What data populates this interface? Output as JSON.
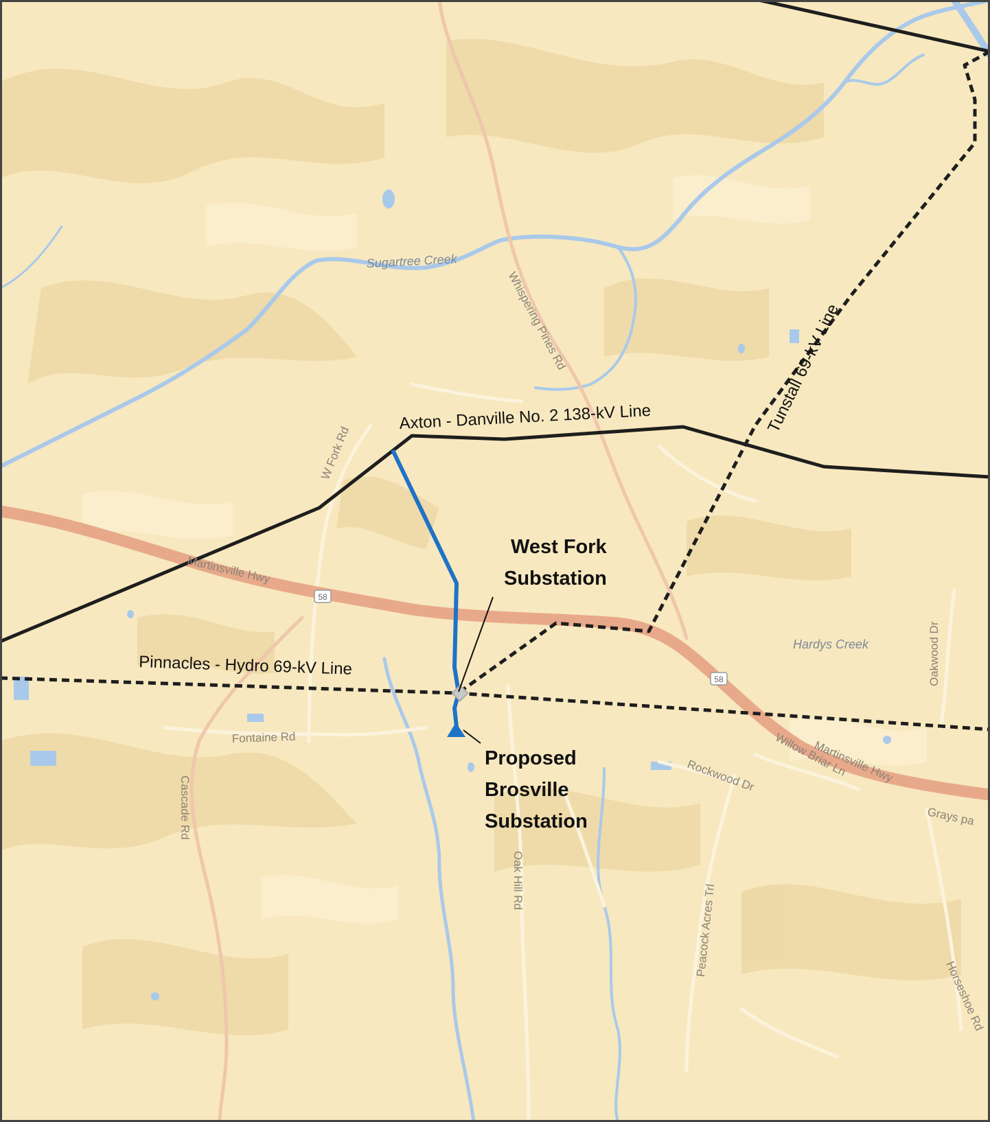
{
  "colors": {
    "background": "#f7e8bf",
    "ridge": "#ecd6a2",
    "water": "#a9c9ea",
    "road_minor": "#fbf3dc",
    "highway": "#e8a98a",
    "transmission": "#1e1e1e",
    "proposed_line": "#1f73c7",
    "substation_proposed": "#1f73c7",
    "substation_existing": "#c9c9c9"
  },
  "lines": {
    "axton_danville": "Axton - Danville No. 2 138-kV Line",
    "tunstall": "Tunstall 69-kV Line",
    "pinnacles_hydro": "Pinnacles - Hydro 69-kV Line"
  },
  "substations": {
    "west_fork": [
      "West Fork",
      "Substation"
    ],
    "proposed_brosville": [
      "Proposed",
      "Brosville",
      "Substation"
    ]
  },
  "roads": {
    "w_fork_rd": "W Fork Rd",
    "whispering_pines_rd": "Whispering Pines Rd",
    "martinsville_hwy_west": "Martinsville Hwy",
    "martinsville_hwy_east": "Martinsville Hwy",
    "route_58_a": "58",
    "route_58_b": "58",
    "fontaine_rd": "Fontaine Rd",
    "cascade_rd": "Cascade Rd",
    "rockwood_dr": "Rockwood Dr",
    "willow_briar_ln": "Willow Briar Ln",
    "oak_hill_rd": "Oak Hill Rd",
    "peacock_acres_trl": "Peacock Acres Trl",
    "oakwood_dr": "Oakwood Dr",
    "horseshoe_rd": "Horseshoe Rd",
    "grays_park": "Grays pa"
  },
  "water": {
    "sugartree_creek": "Sugartree Creek",
    "hardys_creek": "Hardys Creek"
  }
}
